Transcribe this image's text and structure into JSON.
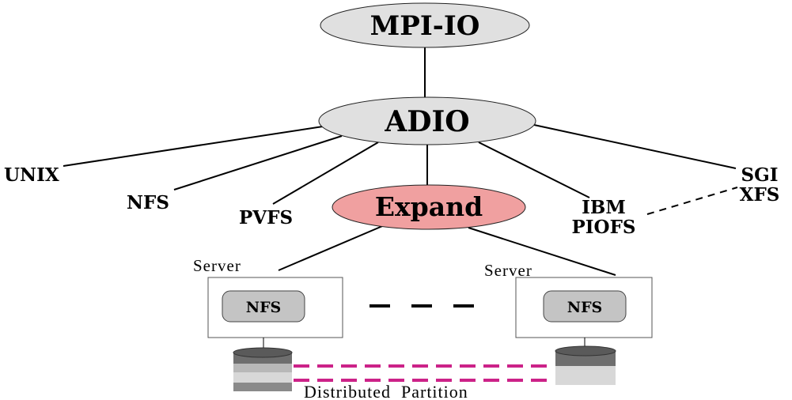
{
  "nodes": {
    "mpiio": "MPI-IO",
    "adio": "ADIO",
    "expand": "Expand",
    "unix": "UNIX",
    "nfs": "NFS",
    "pvfs": "PVFS",
    "ibm_line1": "IBM",
    "ibm_line2": "PIOFS",
    "sgi_line1": "SGI",
    "sgi_line2": "XFS"
  },
  "servers": {
    "left_label": "Server",
    "right_label": "Server",
    "left_nfs": "NFS",
    "right_nfs": "NFS"
  },
  "partition_label": "Distributed  Partition",
  "colors": {
    "ellipse_gray": "#e0e0e0",
    "expand_pink": "#f0a0a0",
    "nfs_box": "#c4c4c4",
    "partition_dash": "#cc2288",
    "disk_dark": "#6e6e6e",
    "disk_light": "#d8d8d8"
  }
}
